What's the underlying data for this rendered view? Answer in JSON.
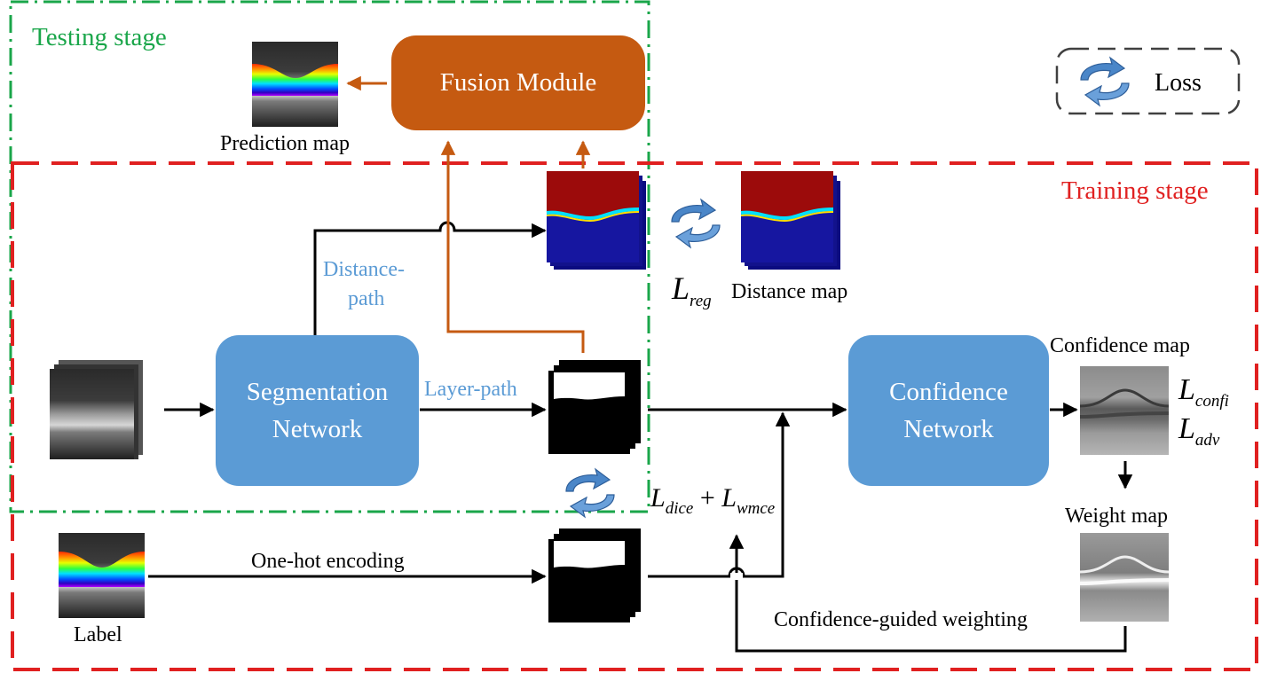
{
  "stages": {
    "testing": "Testing stage",
    "training": "Training stage"
  },
  "modules": {
    "fusion": "Fusion Module",
    "segmentation_line1": "Segmentation",
    "segmentation_line2": "Network",
    "confidence_line1": "Confidence",
    "confidence_line2": "Network"
  },
  "labels": {
    "prediction_map": "Prediction map",
    "distance_path_1": "Distance-",
    "distance_path_2": "path",
    "layer_path": "Layer-path",
    "distance_map": "Distance map",
    "confidence_map": "Confidence map",
    "weight_map": "Weight map",
    "one_hot": "One-hot encoding",
    "label": "Label",
    "confidence_guided": "Confidence-guided weighting",
    "loss_legend": "Loss"
  },
  "math": {
    "L": "L",
    "reg": "reg",
    "confi": "confi",
    "adv": "adv",
    "dice": "dice",
    "plus": "+",
    "wmce": "wmce"
  },
  "colors": {
    "testing_border": "#1aa64a",
    "training_border": "#e02020",
    "network_fill": "#5b9bd5",
    "fusion_fill": "#c55a11",
    "distance_path_text": "#5b9bd5",
    "loss_icon": "#4a86c8"
  },
  "icons": [
    "loss-cycle-icon"
  ]
}
